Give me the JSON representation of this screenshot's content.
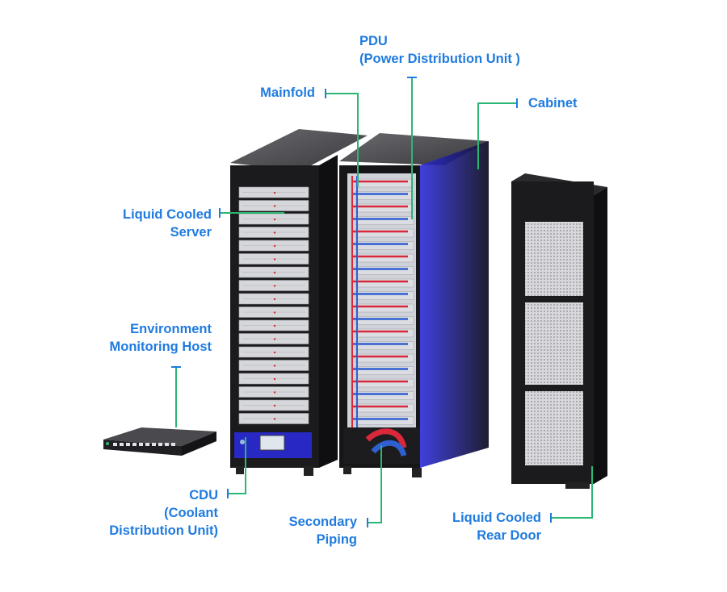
{
  "labels": {
    "pdu": [
      "PDU",
      "(Power Distribution Unit )"
    ],
    "mainfold": [
      "Mainfold"
    ],
    "cabinet": [
      "Cabinet"
    ],
    "liquid_cooled_server": [
      "Liquid Cooled",
      "Server"
    ],
    "environment_host": [
      "Environment",
      "Monitoring Host"
    ],
    "cdu": [
      "CDU",
      "(Coolant",
      "Distribution Unit)"
    ],
    "secondary_piping": [
      "Secondary",
      "Piping"
    ],
    "rear_door": [
      "Liquid Cooled",
      "Rear Door"
    ]
  },
  "colors": {
    "label_text": "#1f7be0",
    "leader_line": "#2bb673",
    "leader_tick": "#1f7be0",
    "cabinet_body": "#1a1a1c",
    "glow": "#3a3ae8",
    "pipe_red": "#d8283a",
    "pipe_blue": "#2f5fd0"
  }
}
